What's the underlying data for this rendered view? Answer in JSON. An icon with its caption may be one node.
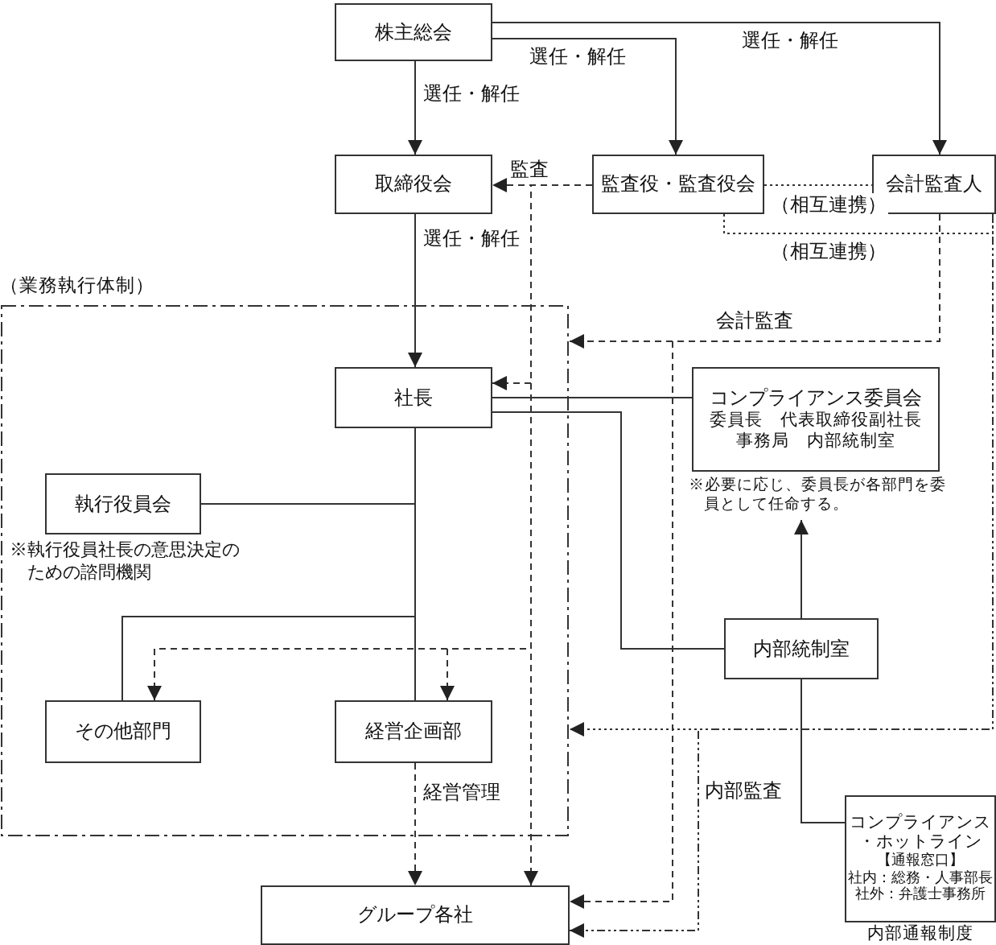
{
  "diagram": {
    "nodes": [
      {
        "text": [
          "株主総会"
        ]
      },
      {
        "text": [
          "取締役会"
        ]
      },
      {
        "text": [
          "監査役・監査役会"
        ]
      },
      {
        "text": [
          "会計監査人"
        ]
      },
      {
        "text": [
          "（業務執行体制）"
        ]
      },
      {
        "text": [
          "社長"
        ],
        "in": 4
      },
      {
        "text": [
          "コンプライアンス委員会",
          "委員長　代表取締役副社長",
          "事務局　内部統制室"
        ],
        "beside": [
          "※必要に応じ、委員長が各部門を委員として任命する。"
        ]
      },
      {
        "text": [
          "執行役員会"
        ],
        "in": 4,
        "beside": [
          "※執行役員社長の意思決定のための諮問機関"
        ]
      },
      {
        "text": [
          "その他部門"
        ],
        "in": 4
      },
      {
        "text": [
          "経営企画部"
        ],
        "in": 4
      },
      {
        "text": [
          "内部統制室"
        ]
      },
      {
        "text": [
          "コンプライアンス・ホットライン",
          "【通報窓口】",
          "社内：総務・人事部長",
          "社外：弁護士事務所"
        ],
        "beside": [
          "内部通報制度"
        ]
      },
      {
        "text": [
          "グループ各社"
        ]
      }
    ],
    "edges": [
      {
        "from": 0,
        "to": 1,
        "arrow": "to",
        "label": "選任・解任"
      },
      {
        "from": 0,
        "to": 2,
        "arrow": "to",
        "label": "選任・解任"
      },
      {
        "from": 0,
        "to": 3,
        "arrow": "to",
        "label": "選任・解任"
      },
      {
        "from": 2,
        "to": 1,
        "arrow": "to",
        "style": "dashed",
        "label": "監査"
      },
      {
        "from": 2,
        "to": 5,
        "arrow": "to",
        "style": "dashed"
      },
      {
        "from": 2,
        "to": 8,
        "arrow": "to",
        "style": "dashed"
      },
      {
        "from": 2,
        "to": 9,
        "arrow": "to",
        "style": "dashed"
      },
      {
        "from": 2,
        "to": 12,
        "arrow": "to",
        "style": "dashed"
      },
      {
        "from": 1,
        "to": 5,
        "arrow": "to",
        "label": "選任・解任"
      },
      {
        "from": 2,
        "to": 3,
        "arrow": "none",
        "style": "dashed",
        "label": "（相互連携）"
      },
      {
        "from": 2,
        "to": 3,
        "arrow": "none",
        "style": "dashed",
        "label": "（相互連携）"
      },
      {
        "from": 3,
        "to": 4,
        "arrow": "to",
        "style": "dashed",
        "label": "会計監査"
      },
      {
        "from": 3,
        "to": 12,
        "arrow": "to",
        "style": "dashed"
      },
      {
        "from": 3,
        "to": 4,
        "arrow": "to",
        "style": "dashed"
      },
      {
        "from": 3,
        "to": 12,
        "arrow": "to",
        "style": "dashed",
        "label": "内部監査"
      },
      {
        "from": 5,
        "to": 7,
        "arrow": "none"
      },
      {
        "from": 5,
        "to": 9,
        "arrow": "none"
      },
      {
        "from": 5,
        "to": 8,
        "arrow": "none"
      },
      {
        "from": 5,
        "to": 6,
        "arrow": "none"
      },
      {
        "from": 5,
        "to": 10,
        "arrow": "none"
      },
      {
        "from": 10,
        "to": 6,
        "arrow": "to"
      },
      {
        "from": 10,
        "to": 11,
        "arrow": "none"
      },
      {
        "from": 9,
        "to": 12,
        "arrow": "to",
        "style": "dashed",
        "label": "経営管理"
      }
    ]
  }
}
